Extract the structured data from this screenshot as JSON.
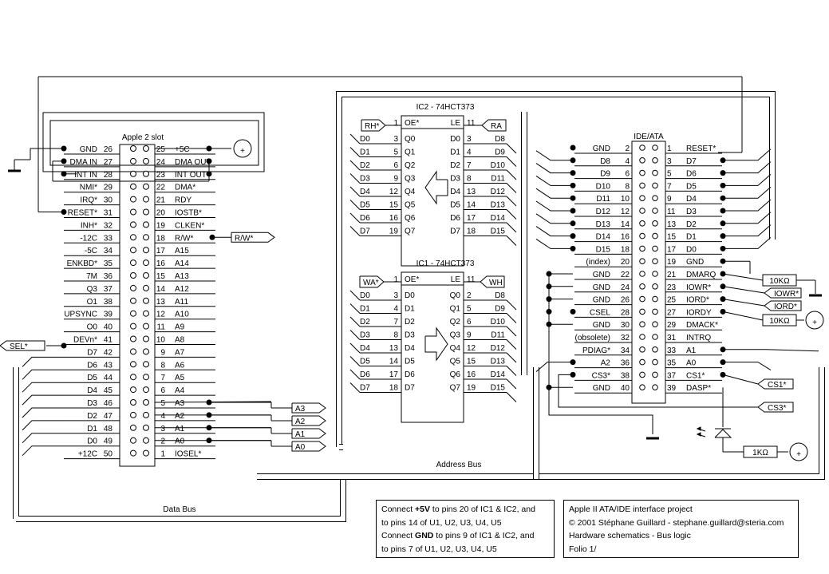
{
  "slot": {
    "title": "Apple 2 slot",
    "left": [
      [
        "GND",
        "26"
      ],
      [
        "DMA IN",
        "27"
      ],
      [
        "INT IN",
        "28"
      ],
      [
        "NMI*",
        "29"
      ],
      [
        "IRQ*",
        "30"
      ],
      [
        "RESET*",
        "31"
      ],
      [
        "INH*",
        "32"
      ],
      [
        "-12C",
        "33"
      ],
      [
        "-5C",
        "34"
      ],
      [
        "ENKBD*",
        "35"
      ],
      [
        "7M",
        "36"
      ],
      [
        "Q3",
        "37"
      ],
      [
        "O1",
        "38"
      ],
      [
        "UPSYNC",
        "39"
      ],
      [
        "O0",
        "40"
      ],
      [
        "DEVn*",
        "41"
      ],
      [
        "D7",
        "42"
      ],
      [
        "D6",
        "43"
      ],
      [
        "D5",
        "44"
      ],
      [
        "D4",
        "45"
      ],
      [
        "D3",
        "46"
      ],
      [
        "D2",
        "47"
      ],
      [
        "D1",
        "48"
      ],
      [
        "D0",
        "49"
      ],
      [
        "+12C",
        "50"
      ]
    ],
    "right": [
      [
        "25",
        "+5C"
      ],
      [
        "24",
        "DMA OUT"
      ],
      [
        "23",
        "INT OUT"
      ],
      [
        "22",
        "DMA*"
      ],
      [
        "21",
        "RDY"
      ],
      [
        "20",
        "IOSTB*"
      ],
      [
        "19",
        "CLKEN*"
      ],
      [
        "18",
        "R/W*"
      ],
      [
        "17",
        "A15"
      ],
      [
        "16",
        "A14"
      ],
      [
        "15",
        "A13"
      ],
      [
        "14",
        "A12"
      ],
      [
        "13",
        "A11"
      ],
      [
        "12",
        "A10"
      ],
      [
        "11",
        "A9"
      ],
      [
        "10",
        "A8"
      ],
      [
        "9",
        "A7"
      ],
      [
        "8",
        "A6"
      ],
      [
        "7",
        "A5"
      ],
      [
        "6",
        "A4"
      ],
      [
        "5",
        "A3"
      ],
      [
        "4",
        "A2"
      ],
      [
        "3",
        "A1"
      ],
      [
        "2",
        "A0"
      ],
      [
        "1",
        "IOSEL*"
      ]
    ]
  },
  "ic2": {
    "title": "IC2 - 74HCT373",
    "oe": "OE*",
    "oe_pin": "1",
    "le": "LE",
    "le_pin": "11",
    "left_pins": [
      [
        "D0",
        "3",
        "Q0"
      ],
      [
        "D1",
        "5",
        "Q1"
      ],
      [
        "D2",
        "6",
        "Q2"
      ],
      [
        "D3",
        "9",
        "Q3"
      ],
      [
        "D4",
        "12",
        "Q4"
      ],
      [
        "D5",
        "15",
        "Q5"
      ],
      [
        "D6",
        "16",
        "Q6"
      ],
      [
        "D7",
        "19",
        "Q7"
      ]
    ],
    "right_pins": [
      [
        "D0",
        "3",
        "D8"
      ],
      [
        "D1",
        "4",
        "D9"
      ],
      [
        "D2",
        "7",
        "D10"
      ],
      [
        "D3",
        "8",
        "D11"
      ],
      [
        "D4",
        "13",
        "D12"
      ],
      [
        "D5",
        "14",
        "D13"
      ],
      [
        "D6",
        "17",
        "D14"
      ],
      [
        "D7",
        "18",
        "D15"
      ]
    ]
  },
  "ic1": {
    "title": "IC1 - 74HCT373",
    "oe": "OE*",
    "oe_pin": "1",
    "le": "LE",
    "le_pin": "11",
    "left_pins": [
      [
        "D0",
        "3",
        "D0"
      ],
      [
        "D1",
        "4",
        "D1"
      ],
      [
        "D2",
        "7",
        "D2"
      ],
      [
        "D3",
        "8",
        "D3"
      ],
      [
        "D4",
        "13",
        "D4"
      ],
      [
        "D5",
        "14",
        "D5"
      ],
      [
        "D6",
        "17",
        "D6"
      ],
      [
        "D7",
        "18",
        "D7"
      ]
    ],
    "right_pins": [
      [
        "Q0",
        "2",
        "D8"
      ],
      [
        "Q1",
        "5",
        "D9"
      ],
      [
        "Q2",
        "6",
        "D10"
      ],
      [
        "Q3",
        "9",
        "D11"
      ],
      [
        "Q4",
        "12",
        "D12"
      ],
      [
        "Q5",
        "15",
        "D13"
      ],
      [
        "Q6",
        "16",
        "D14"
      ],
      [
        "Q7",
        "19",
        "D15"
      ]
    ]
  },
  "ide": {
    "title": "IDE/ATA",
    "left": [
      [
        "GND",
        "2"
      ],
      [
        "D8",
        "4"
      ],
      [
        "D9",
        "6"
      ],
      [
        "D10",
        "8"
      ],
      [
        "D11",
        "10"
      ],
      [
        "D12",
        "12"
      ],
      [
        "D13",
        "14"
      ],
      [
        "D14",
        "16"
      ],
      [
        "D15",
        "18"
      ],
      [
        "(index)",
        "20"
      ],
      [
        "GND",
        "22"
      ],
      [
        "GND",
        "24"
      ],
      [
        "GND",
        "26"
      ],
      [
        "CSEL",
        "28"
      ],
      [
        "GND",
        "30"
      ],
      [
        "(obsolete)",
        "32"
      ],
      [
        "PDIAG*",
        "34"
      ],
      [
        "A2",
        "36"
      ],
      [
        "CS3*",
        "38"
      ],
      [
        "GND",
        "40"
      ]
    ],
    "right": [
      [
        "1",
        "RESET*"
      ],
      [
        "3",
        "D7"
      ],
      [
        "5",
        "D6"
      ],
      [
        "7",
        "D5"
      ],
      [
        "9",
        "D4"
      ],
      [
        "11",
        "D3"
      ],
      [
        "13",
        "D2"
      ],
      [
        "15",
        "D1"
      ],
      [
        "17",
        "D0"
      ],
      [
        "19",
        "GND"
      ],
      [
        "21",
        "DMARQ"
      ],
      [
        "23",
        "IOWR*"
      ],
      [
        "25",
        "IORD*"
      ],
      [
        "27",
        "IORDY"
      ],
      [
        "29",
        "DMACK*"
      ],
      [
        "31",
        "INTRQ"
      ],
      [
        "33",
        "A1"
      ],
      [
        "35",
        "A0"
      ],
      [
        "37",
        "CS1*"
      ],
      [
        "39",
        "DASP*"
      ]
    ]
  },
  "tags": {
    "rh": "RH*",
    "ra": "RA",
    "wa": "WA*",
    "wh": "WH",
    "rw": "R/W*",
    "sel": "SEL*",
    "a3": "A3",
    "a2": "A2",
    "a1": "A1",
    "a0": "A0",
    "iowr": "IOWR*",
    "iord": "IORD*",
    "cs1": "CS1*",
    "cs3": "CS3*"
  },
  "resistors": {
    "r1": "10KΩ",
    "r2": "10KΩ",
    "r3": "1KΩ"
  },
  "power_symbol": "+",
  "bus_labels": {
    "data": "Data Bus",
    "address": "Address Bus"
  },
  "note_power": [
    {
      "pre": "Connect ",
      "bold": "+5V",
      "post": " to pins 20 of IC1 & IC2, and"
    },
    {
      "pre": "to pins 14 of U1, U2, U3, U4, U5",
      "bold": "",
      "post": ""
    },
    {
      "pre": "Connect ",
      "bold": "GND",
      "post": " to pins 9 of IC1 & IC2, and"
    },
    {
      "pre": "to pins 7 of U1, U2, U3, U4, U5",
      "bold": "",
      "post": ""
    }
  ],
  "title_block": [
    "Apple II ATA/IDE interface project",
    "© 2001 Stéphane Guillard - stephane.guillard@steria.com",
    "Hardware schematics - Bus logic",
    "Folio 1/"
  ]
}
